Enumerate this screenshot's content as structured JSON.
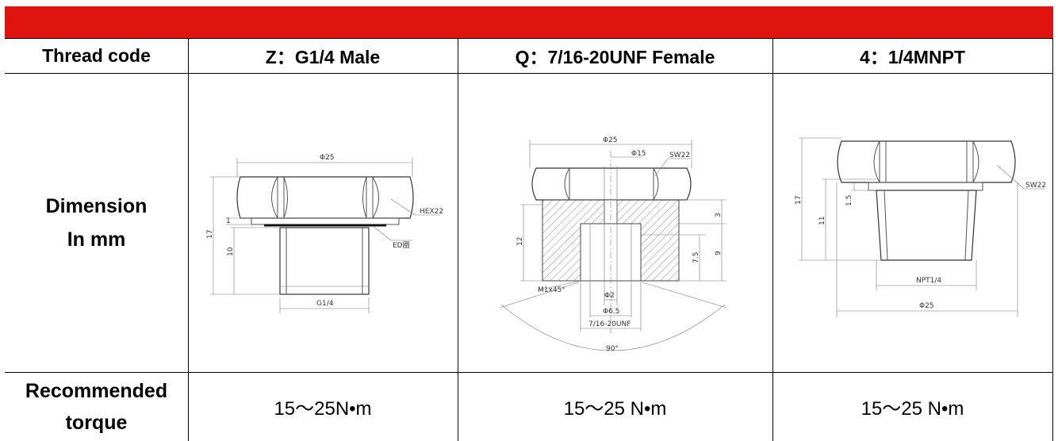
{
  "table": {
    "header": {
      "row_label": "Thread code",
      "col1": "Z：G1/4 Male",
      "col2": "Q：7/16-20UNF Female",
      "col3": "4：1/4MNPT"
    },
    "dimension_row": {
      "label_line1": "Dimension",
      "label_line2": "In mm"
    },
    "torque_row": {
      "label_line1": "Recommended",
      "label_line2": "torque",
      "col1": "15～25N•m",
      "col2": "15～25 N•m",
      "col3": "15～25 N•m"
    }
  },
  "drawings": {
    "z": {
      "d25": "Φ25",
      "hex": "HEX22",
      "h17": "17",
      "h10": "10",
      "h1": "1",
      "seal": "ED圈",
      "thread": "G1/4"
    },
    "q": {
      "d25": "Φ25",
      "d15": "Φ15",
      "sw": "SW22",
      "h12": "12",
      "h3": "3",
      "h9": "9",
      "h75": "7.5",
      "chamfer": "M1x45°",
      "d2": "Φ2",
      "d65": "Φ6.5",
      "thread": "7/16-20UNF",
      "angle": "90°"
    },
    "n": {
      "h17": "17",
      "h11": "11",
      "h15": "1.5",
      "sw": "SW22",
      "thread": "NPT1/4",
      "d25": "Φ25"
    }
  }
}
